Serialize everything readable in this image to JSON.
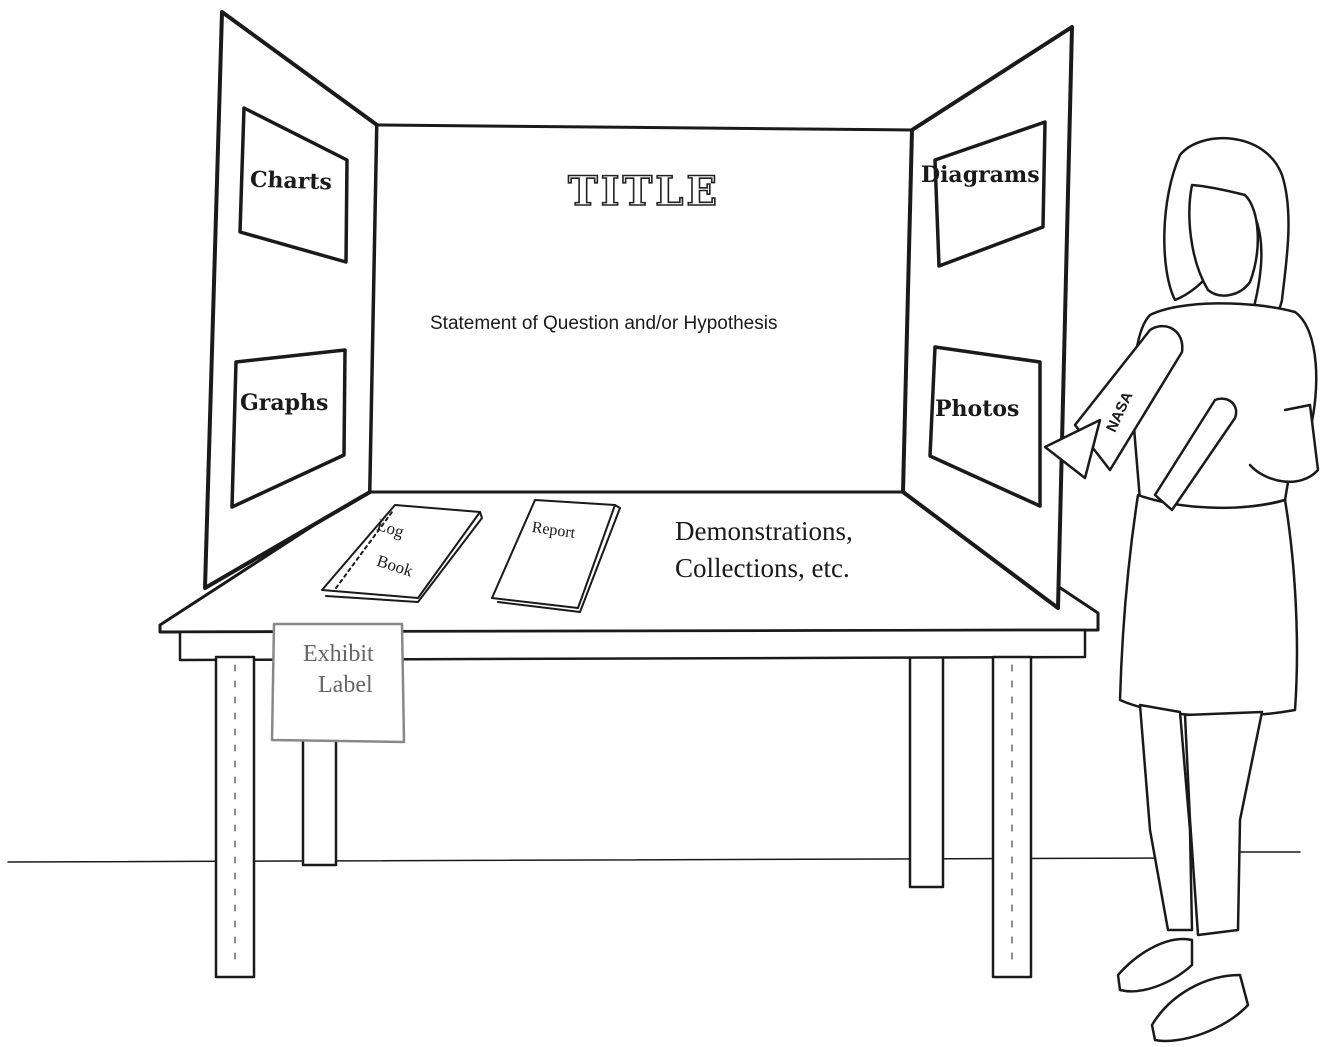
{
  "board": {
    "title": "TITLE",
    "statement": "Statement of Question and/or Hypothesis",
    "left_panels": [
      "Charts",
      "Graphs"
    ],
    "right_panels": [
      "Diagrams",
      "Photos"
    ]
  },
  "table": {
    "log_book": [
      "Log",
      "Book"
    ],
    "report": "Report",
    "demonstrations": [
      "Demonstrations,",
      "Collections, etc."
    ],
    "exhibit_label": [
      "Exhibit",
      "Label"
    ]
  },
  "student": {
    "rocket_text": "NASA"
  },
  "colors": {
    "ink": "#1a1a1a",
    "paper": "#ffffff",
    "label_gray": "#666666"
  }
}
